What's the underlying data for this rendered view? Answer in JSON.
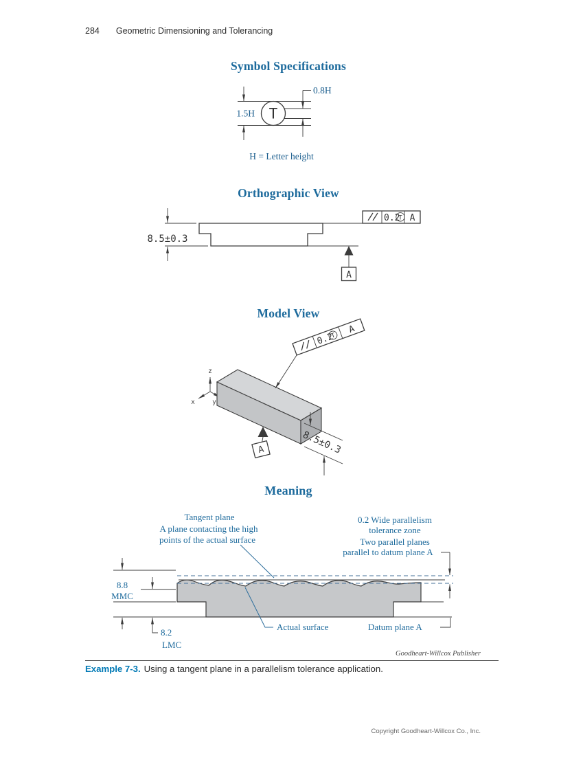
{
  "page": {
    "number": "284",
    "running_title": "Geometric Dimensioning and Tolerancing",
    "publisher_credit": "Goodheart-Willcox Publisher",
    "copyright_line": "Copyright Goodheart-Willcox Co., Inc."
  },
  "caption": {
    "label": "Example 7-3.",
    "text": "Using a tangent plane in a parallelism tolerance application."
  },
  "colors": {
    "heading_blue": "#1c6a9c",
    "label_blue": "#1d6a9c",
    "caption_blue": "#0079b5",
    "line_dark": "#3c3c3c",
    "part_gray": "#c6c8ca"
  },
  "symbol_spec": {
    "heading": "Symbol Specifications",
    "symbol_letter": "T",
    "height_dim": "1.5H",
    "letter_dim": "0.8H",
    "note": "H = Letter height"
  },
  "ortho": {
    "heading": "Orthographic View",
    "size_dim": "8.5±0.3",
    "fcf": {
      "tolerance": "0.2",
      "modifier": "T",
      "datum": "A"
    },
    "datum_flag": "A"
  },
  "model": {
    "heading": "Model View",
    "size_dim": "8.5±0.3",
    "fcf": {
      "tolerance": "0.2",
      "modifier": "T",
      "datum": "A"
    },
    "datum_flag": "A",
    "axes": {
      "x": "x",
      "y": "y",
      "z": "z"
    }
  },
  "meaning": {
    "heading": "Meaning",
    "tangent_label_1": "Tangent plane",
    "tangent_label_2": "A plane contacting the high",
    "tangent_label_3": "points of the actual surface",
    "zone_label_1": "0.2 Wide parallelism",
    "zone_label_2": "tolerance zone",
    "zone_label_3": "Two parallel planes",
    "zone_label_4": "parallel to datum plane A",
    "mmc_value": "8.8",
    "mmc_label": "MMC",
    "lmc_value": "8.2",
    "lmc_label": "LMC",
    "actual_surface_label": "Actual surface",
    "datum_plane_label": "Datum plane A"
  }
}
